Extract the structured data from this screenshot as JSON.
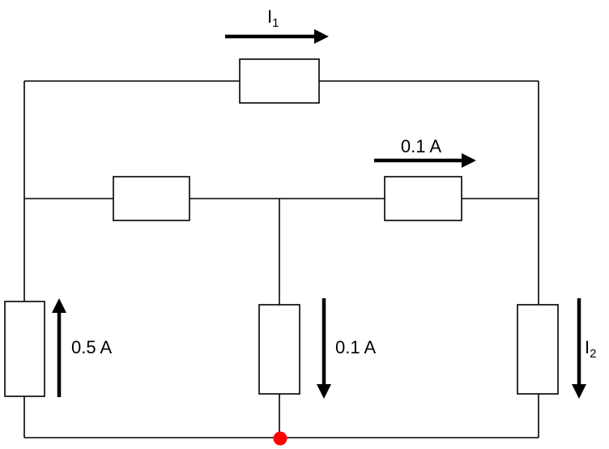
{
  "diagram": {
    "kind": "circuit-diagram",
    "colors": {
      "wire": "#000000",
      "arrow": "#000000",
      "component_fill": "#ffffff",
      "component_stroke": "#000000",
      "node": "#ff0000",
      "background": "#ffffff"
    },
    "labels": {
      "i1": {
        "base": "I",
        "sub": "1"
      },
      "branch_current": "0.1 A",
      "left_branch_current": "0.5 A",
      "middle_branch_current": "0.1 A",
      "i2": {
        "base": "I",
        "sub": "2"
      }
    }
  }
}
